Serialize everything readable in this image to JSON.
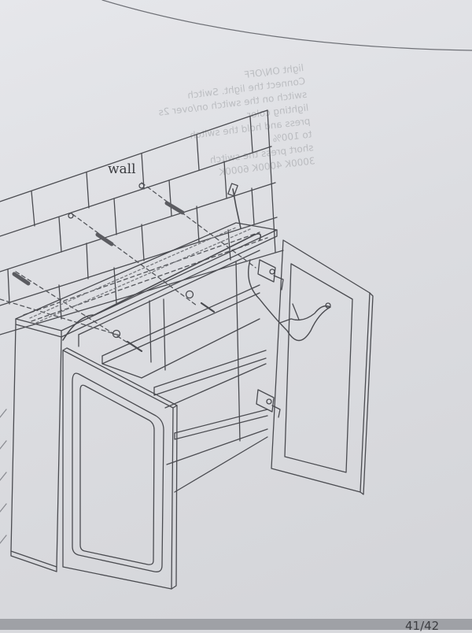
{
  "illustration": {
    "wall_label": "wall",
    "page_number": "41/42",
    "bleed_through_text": [
      "light ON/OFF",
      "Connect the light. Switch",
      "switch on the switch on/over 2s",
      "lighting color",
      "press and hold the switch",
      "to 100%",
      "short press the switch",
      "3000K 4000K 6000K"
    ]
  },
  "colors": {
    "paper": "#dcdde1",
    "line": "#4a4b50",
    "dim_line": "#8a8c92"
  },
  "icons": [
    "wall-anchor-icon",
    "screw-icon",
    "hinge-icon",
    "led-wire-icon",
    "switch-connector-icon"
  ]
}
